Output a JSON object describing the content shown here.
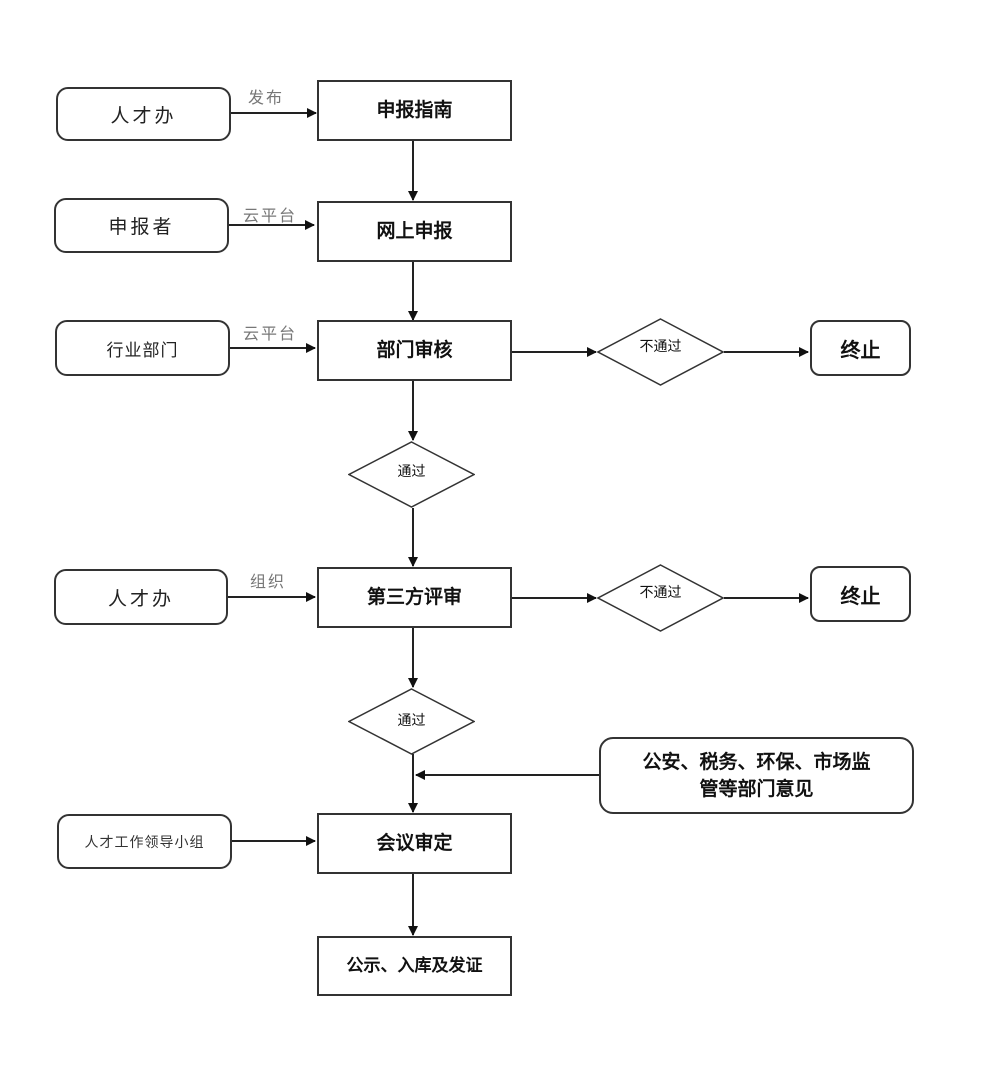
{
  "diagram": {
    "type": "flowchart",
    "colors": {
      "stroke": "#333333",
      "edge_label": "#777777",
      "background": "#ffffff"
    },
    "nodes": {
      "actor_talent_office_1": "人才办",
      "guide": "申报指南",
      "actor_applicant": "申报者",
      "online_apply": "网上申报",
      "actor_industry_dept": "行业部门",
      "dept_review": "部门审核",
      "dept_reject": "不通过",
      "dept_end": "终止",
      "dept_pass": "通过",
      "actor_talent_office_2": "人才办",
      "third_party_review": "第三方评审",
      "third_reject": "不通过",
      "third_end": "终止",
      "third_pass": "通过",
      "opinion_line1": "公安、税务、环保、市场监",
      "opinion_line2": "管等部门意见",
      "actor_leading_group": "人才工作领导小组",
      "meeting_decision": "会议审定",
      "publicize": "公示、入库及发证"
    },
    "edge_labels": {
      "publish": "发布",
      "cloud_platform_1": "云平台",
      "cloud_platform_2": "云平台",
      "organize": "组织"
    },
    "edges": [
      {
        "from": "actor_talent_office_1",
        "to": "guide",
        "label": "发布"
      },
      {
        "from": "guide",
        "to": "online_apply"
      },
      {
        "from": "actor_applicant",
        "to": "online_apply",
        "label": "云平台"
      },
      {
        "from": "online_apply",
        "to": "dept_review"
      },
      {
        "from": "actor_industry_dept",
        "to": "dept_review",
        "label": "云平台"
      },
      {
        "from": "dept_review",
        "to": "dept_reject"
      },
      {
        "from": "dept_reject",
        "to": "dept_end"
      },
      {
        "from": "dept_review",
        "to": "dept_pass"
      },
      {
        "from": "dept_pass",
        "to": "third_party_review"
      },
      {
        "from": "actor_talent_office_2",
        "to": "third_party_review",
        "label": "组织"
      },
      {
        "from": "third_party_review",
        "to": "third_reject"
      },
      {
        "from": "third_reject",
        "to": "third_end"
      },
      {
        "from": "third_party_review",
        "to": "third_pass"
      },
      {
        "from": "third_pass",
        "to": "meeting_decision"
      },
      {
        "from": "opinion",
        "to": "meeting_decision"
      },
      {
        "from": "actor_leading_group",
        "to": "meeting_decision"
      },
      {
        "from": "meeting_decision",
        "to": "publicize"
      }
    ]
  }
}
